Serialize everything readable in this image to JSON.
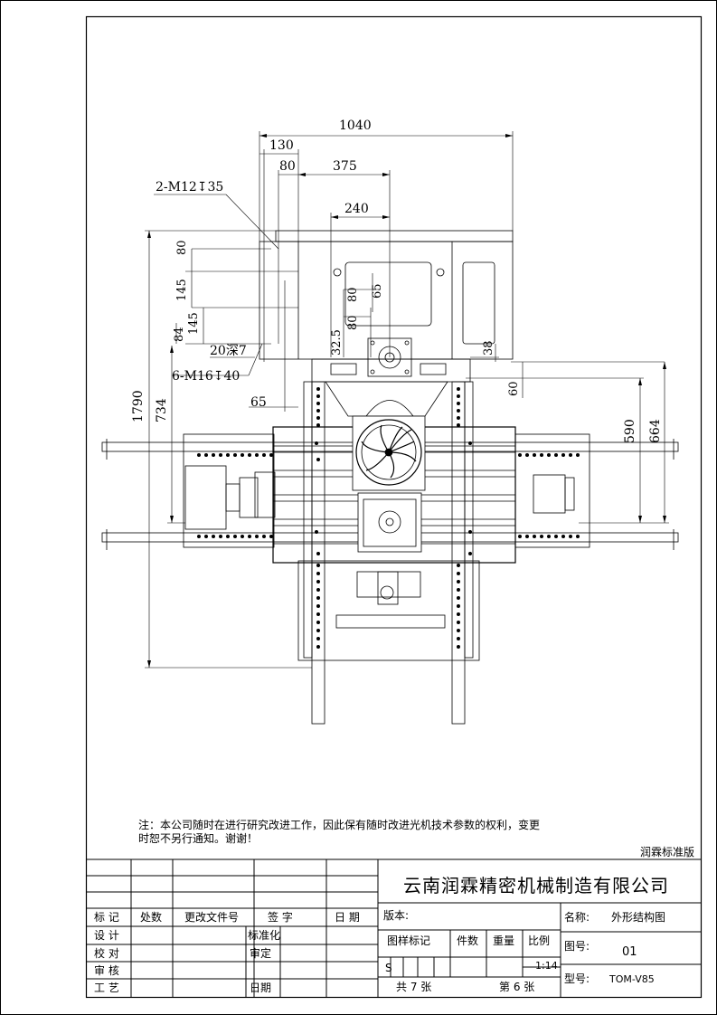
{
  "dimensions": {
    "d1040": "1040",
    "d130": "130",
    "d80_top": "80",
    "d375": "375",
    "d240": "240",
    "m12": "2-M12↧35",
    "d145_80_a": "80",
    "d145_80_b": "145",
    "d145": "145",
    "d84": "84",
    "d20": "20深7",
    "m16": "6-M16↧40",
    "d65_left": "65",
    "d1790": "1790",
    "d734": "734",
    "d80_v1": "80",
    "d65_v": "65",
    "d32_5": "32.5",
    "d80_v2": "80",
    "d38": "38",
    "d60": "60",
    "d590": "590",
    "d664": "664"
  },
  "note": {
    "line1": "注：本公司随时在进行研究改进工作，因此保有随时改进光机技术参数的权利，变更",
    "line2": "时恕不另行通知。谢谢！"
  },
  "version_tag": "润霖标准版",
  "title_block": {
    "company": "云南润霖精密机械制造有限公司",
    "rev_headers": [
      "标 记",
      "处数",
      "更改文件号",
      "签 字",
      "日 期"
    ],
    "roles": [
      "设 计",
      "校 对",
      "审 核",
      "工 艺"
    ],
    "std": "标准化",
    "approve": "审定",
    "date": "日期",
    "edition_label": "版本:",
    "mark_label": "图样标记",
    "count_label": "件数",
    "weight_label": "重量",
    "scale_label": "比例",
    "stage": "S",
    "scale": "1:14",
    "total_sheets": "共  7 张",
    "sheet_no": "第 6 张",
    "name_label": "名称:",
    "name_value": "外形结构图",
    "drawing_no_label": "图号:",
    "drawing_no": "01",
    "model_label": "型号:",
    "model": "TOM-V85"
  }
}
